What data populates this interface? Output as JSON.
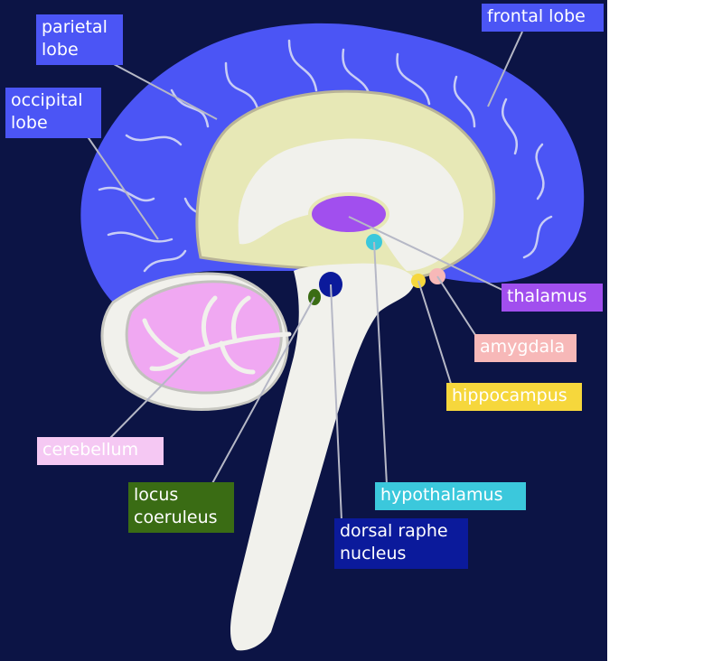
{
  "labels": {
    "parietal_lobe": "parietal\nlobe",
    "occipital_lobe": "occipital\nlobe",
    "frontal_lobe": "frontal lobe",
    "thalamus": "thalamus",
    "amygdala": "amygdala",
    "hippocampus": "hippocampus",
    "cerebellum": "cerebellum",
    "locus_coeruleus": "locus\ncoeruleus",
    "hypothalamus": "hypothalamus",
    "dorsal_raphe_nucleus": "dorsal raphe\nnucleus"
  },
  "colors": {
    "background": "#0c1445",
    "cortex": "#4b55f5",
    "cortex_fold_lines": "#c8cdf5",
    "corpus_callosum_area": "#e7e8b6",
    "brainstem": "#f1f1ec",
    "cerebellum": "#f0a8f2",
    "thalamus": "#a14fee",
    "hypothalamus": "#3bc8dc",
    "amygdala": "#f7b8b8",
    "hippocampus": "#f6d73c",
    "locus_coeruleus": "#3a6c14",
    "dorsal_raphe_nucleus": "#0b1a9b",
    "leader_lines": "#b6b8c6"
  }
}
